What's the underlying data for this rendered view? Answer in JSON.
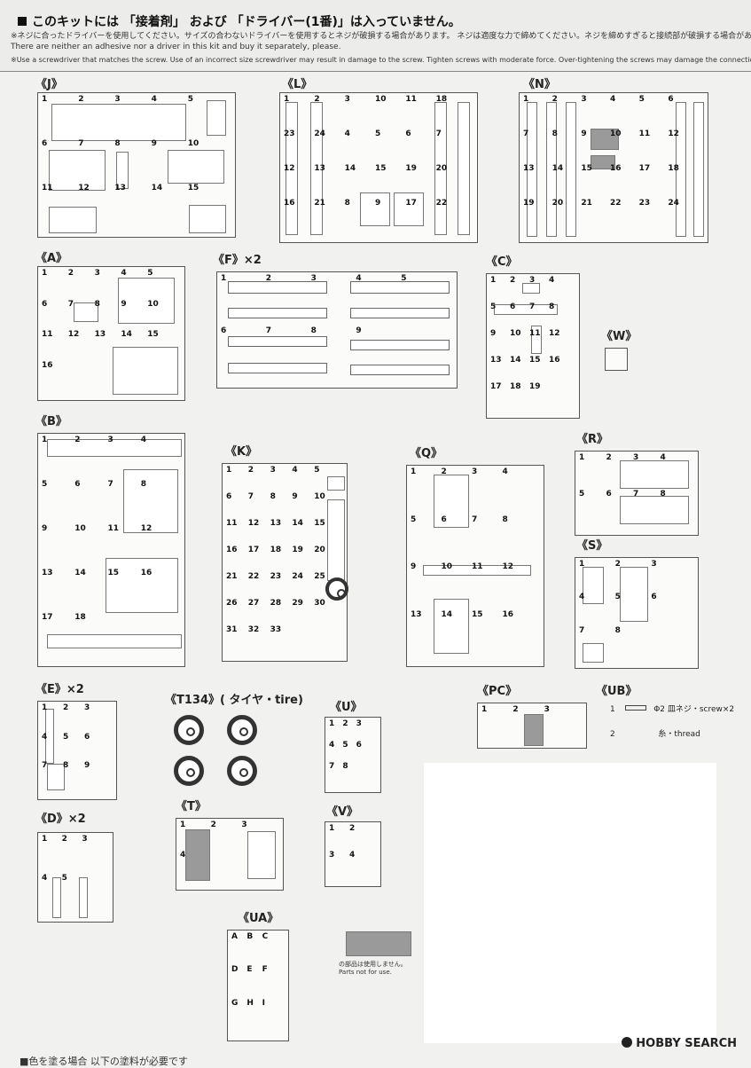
{
  "header": {
    "title": "このキットには 「接着剤」 および 「ドライバー(1番)」は入っていません。",
    "line_ja": "※ネジに合ったドライバーを使用してください。サイズの合わないドライバーを使用するとネジが破損する場合があります。 ネジは適度な力で締めてください。ネジを締めすぎると接続部が破損する場合があります。",
    "line_en1": "There are neither an adhesive nor a driver in this kit and buy it separately, please.",
    "line_en2": "※Use a screwdriver that matches the screw. Use of an incorrect size screwdriver may result in damage to the screw. Tighten screws with moderate force. Over-tightening the screws may damage the connection."
  },
  "sprues": {
    "J": "《J》",
    "L": "《L》",
    "N": "《N》",
    "A": "《A》",
    "F": "《F》×2",
    "C": "《C》",
    "W": "《W》",
    "B": "《B》",
    "K": "《K》",
    "Q": "《Q》",
    "R": "《R》",
    "S": "《S》",
    "E": "《E》×2",
    "T134": "《T134》",
    "T134_note": "( タイヤ・tire)",
    "U": "《U》",
    "PC": "《PC》",
    "UB": "《UB》",
    "D": "《D》×2",
    "T": "《T》",
    "V": "《V》",
    "UA": "《UA》"
  },
  "ub": {
    "item1_num": "1",
    "item1": "Φ2 皿ネジ・screw×2",
    "item2_num": "2",
    "item2": "糸・thread"
  },
  "not_for_use": {
    "ja": "の部品は使用しません。",
    "en": "Parts not for use."
  },
  "footer": "■色を塗る場合 以下の塗料が必要です",
  "watermark": "HOBBY SEARCH",
  "part_numbers": {
    "J": [
      "1",
      "2",
      "3",
      "4",
      "5",
      "6",
      "7",
      "8",
      "9",
      "10",
      "11",
      "12",
      "13",
      "14",
      "15"
    ],
    "L": [
      "1",
      "2",
      "3",
      "10",
      "11",
      "18",
      "23",
      "24",
      "4",
      "5",
      "6",
      "7",
      "12",
      "13",
      "14",
      "15",
      "19",
      "20",
      "16",
      "21",
      "8",
      "9",
      "17",
      "22"
    ],
    "N": [
      "1",
      "2",
      "3",
      "4",
      "5",
      "6",
      "7",
      "8",
      "9",
      "10",
      "11",
      "12",
      "13",
      "14",
      "15",
      "16",
      "17",
      "18",
      "19",
      "20",
      "21",
      "22",
      "23",
      "24"
    ],
    "A": [
      "1",
      "2",
      "3",
      "4",
      "5",
      "6",
      "7",
      "8",
      "9",
      "10",
      "11",
      "12",
      "13",
      "14",
      "15",
      "16"
    ],
    "F": [
      "1",
      "2",
      "3",
      "4",
      "5",
      "6",
      "7",
      "8",
      "9"
    ],
    "C": [
      "1",
      "2",
      "3",
      "4",
      "5",
      "6",
      "7",
      "8",
      "9",
      "10",
      "11",
      "12",
      "13",
      "14",
      "15",
      "16",
      "17",
      "18",
      "19"
    ],
    "B": [
      "1",
      "2",
      "3",
      "4",
      "5",
      "6",
      "7",
      "8",
      "9",
      "10",
      "11",
      "12",
      "13",
      "14",
      "15",
      "16",
      "17",
      "18"
    ],
    "K": [
      "1",
      "2",
      "3",
      "4",
      "5",
      "6",
      "7",
      "8",
      "9",
      "10",
      "11",
      "12",
      "13",
      "14",
      "15",
      "16",
      "17",
      "18",
      "19",
      "20",
      "21",
      "22",
      "23",
      "24",
      "25",
      "26",
      "27",
      "28",
      "29",
      "30",
      "31",
      "32",
      "33"
    ],
    "Q": [
      "1",
      "2",
      "3",
      "4",
      "5",
      "6",
      "7",
      "8",
      "9",
      "10",
      "11",
      "12",
      "13",
      "14",
      "15",
      "16"
    ],
    "R": [
      "1",
      "2",
      "3",
      "4",
      "5",
      "6",
      "7",
      "8"
    ],
    "S": [
      "1",
      "2",
      "3",
      "4",
      "5",
      "6",
      "7",
      "8"
    ],
    "E": [
      "1",
      "2",
      "3",
      "4",
      "5",
      "6",
      "7",
      "8",
      "9"
    ],
    "U": [
      "1",
      "2",
      "3",
      "4",
      "5",
      "6",
      "7",
      "8"
    ],
    "PC": [
      "1",
      "2",
      "3"
    ],
    "D": [
      "1",
      "2",
      "3",
      "4",
      "5"
    ],
    "T": [
      "1",
      "2",
      "3",
      "4"
    ],
    "V": [
      "1",
      "2",
      "3",
      "4"
    ],
    "UA": [
      "A",
      "B",
      "C",
      "D",
      "E",
      "F",
      "G",
      "H",
      "I"
    ]
  }
}
